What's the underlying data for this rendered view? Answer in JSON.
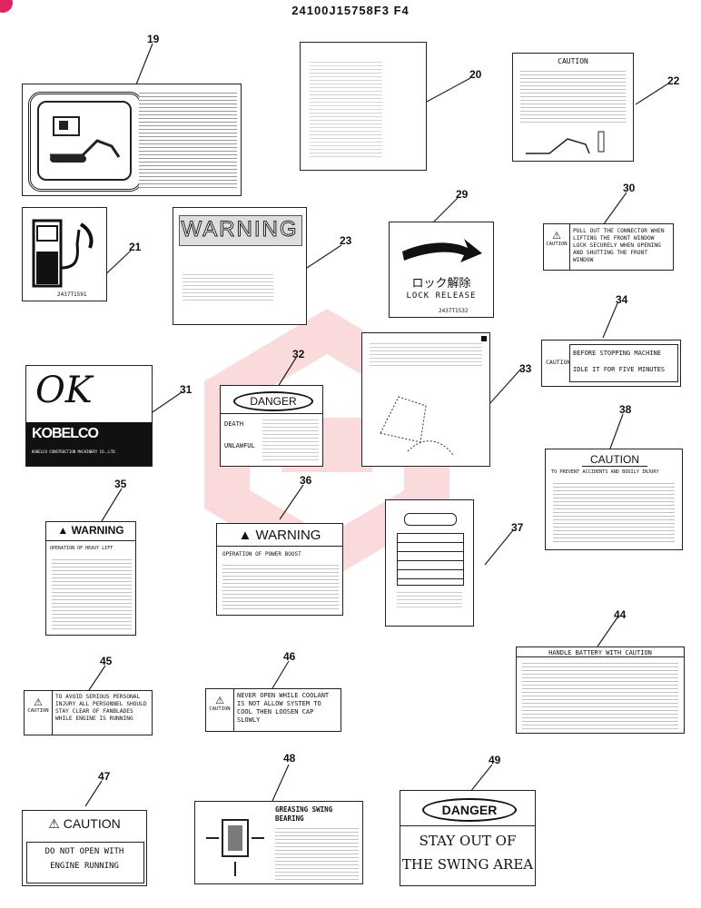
{
  "header": {
    "part_number": "24100J15758F3 F4"
  },
  "decals": {
    "d19": {
      "number": "19"
    },
    "d20": {
      "number": "20"
    },
    "d21": {
      "number": "21",
      "code": "2437T1591"
    },
    "d22": {
      "number": "22",
      "title": "CAUTION"
    },
    "d23": {
      "number": "23",
      "title": "WARNING"
    },
    "d29": {
      "number": "29",
      "jp_text": "ロック解除",
      "text": "LOCK RELEASE",
      "code": "2437T1532"
    },
    "d30": {
      "number": "30",
      "side_label": "CAUTION",
      "text": "PULL OUT THE CONNECTOR WHEN LIFTING THE FRONT WINDOW LOCK SECURELY WHEN OPENING AND SHUTTING THE FRONT WINDOW"
    },
    "d31": {
      "number": "31",
      "script": "OK",
      "brand": "KOBELCO",
      "sub": "KOBELCO CONSTRUCTION MACHINERY CO.,LTD."
    },
    "d32": {
      "number": "32",
      "title": "DANGER",
      "row1_label": "DEATH",
      "row2_label": "UNLAWFUL"
    },
    "d33": {
      "number": "33"
    },
    "d34": {
      "number": "34",
      "side_label": "CAUTION",
      "line1": "BEFORE STOPPING MACHINE",
      "line2": "IDLE IT FOR FIVE MINUTES"
    },
    "d35": {
      "number": "35",
      "title": "WARNING",
      "subtitle": "OPERATION OF HEAVY LIFT"
    },
    "d36": {
      "number": "36",
      "title": "WARNING",
      "subtitle": "OPERATION OF POWER BOOST"
    },
    "d37": {
      "number": "37"
    },
    "d38": {
      "number": "38",
      "title": "CAUTION",
      "subtitle": "TO PREVENT ACCIDENTS AND BODILY INJURY"
    },
    "d44": {
      "number": "44",
      "title": "HANDLE BATTERY WITH CAUTION"
    },
    "d45": {
      "number": "45",
      "side_label": "CAUTION",
      "text": "TO AVOID SERIOUS PERSONAL INJURY ALL PERSONNEL SHOULD STAY CLEAR OF FANBLADES WHILE ENGINE IS RUNNING"
    },
    "d46": {
      "number": "46",
      "side_label": "CAUTION",
      "text": "NEVER OPEN WHILE COOLANT IS NOT ALLOW SYSTEM TO COOL THEN LOOSEN CAP SLOWLY"
    },
    "d47": {
      "number": "47",
      "title": "CAUTION",
      "line1": "DO NOT OPEN WITH",
      "line2": "ENGINE RUNNING"
    },
    "d48": {
      "number": "48",
      "title": "GREASING SWING BEARING"
    },
    "d49": {
      "number": "49",
      "title": "DANGER",
      "line1": "STAY OUT OF",
      "line2": "THE SWING AREA"
    }
  },
  "colors": {
    "watermark": "#e83a3a",
    "badge": "#e0245e"
  }
}
